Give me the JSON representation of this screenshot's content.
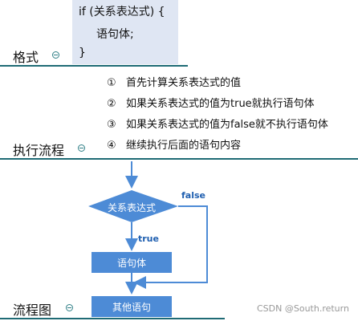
{
  "format_section": {
    "label": "格式",
    "code_lines": [
      "if (关系表达式) {",
      "语句体;",
      "}"
    ]
  },
  "execution_section": {
    "label": "执行流程",
    "steps": [
      {
        "num": "①",
        "text": "首先计算关系表达式的值"
      },
      {
        "num": "②",
        "text": "如果关系表达式的值为true就执行语句体"
      },
      {
        "num": "③",
        "text": "如果关系表达式的值为false就不执行语句体"
      },
      {
        "num": "④",
        "text": "继续执行后面的语句内容"
      }
    ]
  },
  "flowchart_section": {
    "label": "流程图",
    "decision": "关系表达式",
    "true_label": "true",
    "false_label": "false",
    "body_box": "语句体",
    "next_box": "其他语句"
  },
  "icons": {
    "collapse": "minus-circle-icon"
  },
  "colors": {
    "accent": "#4d8bd6",
    "divider": "#1f6b75",
    "code_bg": "#dfe6f3",
    "arrow": "#4d8bd6",
    "label_blue": "#1f5fb0"
  },
  "watermark": "CSDN @South.return"
}
